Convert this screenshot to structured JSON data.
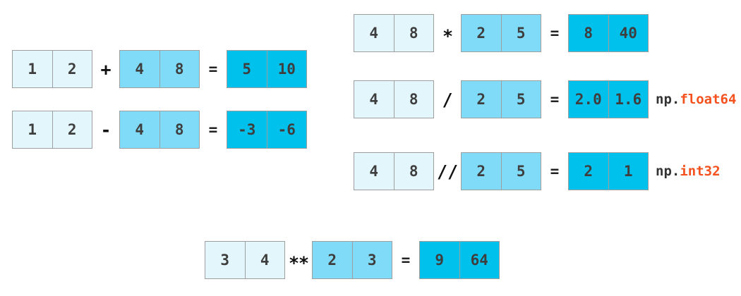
{
  "title": "NumPy elementwise array arithmetic diagram",
  "colors": {
    "cell-light": "#E3F6FC",
    "cell-mid": "#7FDBF7",
    "cell-result": "#00C0EC",
    "border-gray": "#9E9E9E",
    "digit-color": "#3E3E3E",
    "op-color": "#111111",
    "dtype-orange": "#F4511E",
    "dtype-prefix": "#333333",
    "bg": "#FFFFFF"
  },
  "rows": [
    {
      "name": "add",
      "a": [
        "1",
        "2"
      ],
      "op": "+",
      "b": [
        "4",
        "8"
      ],
      "eq": "=",
      "result": [
        "5",
        "10"
      ]
    },
    {
      "name": "subtract",
      "a": [
        "1",
        "2"
      ],
      "op": "-",
      "b": [
        "4",
        "8"
      ],
      "eq": "=",
      "result": [
        "-3",
        "-6"
      ]
    },
    {
      "name": "multiply",
      "a": [
        "4",
        "8"
      ],
      "op": "*",
      "b": [
        "2",
        "5"
      ],
      "eq": "=",
      "result": [
        "8",
        "40"
      ]
    },
    {
      "name": "divide",
      "a": [
        "4",
        "8"
      ],
      "op": "/",
      "b": [
        "2",
        "5"
      ],
      "eq": "=",
      "result": [
        "2.0",
        "1.6"
      ],
      "dtype_prefix": "np.",
      "dtype": "float64"
    },
    {
      "name": "floor-divide",
      "a": [
        "4",
        "8"
      ],
      "op": "//",
      "b": [
        "2",
        "5"
      ],
      "eq": "=",
      "result": [
        "2",
        "1"
      ],
      "dtype_prefix": "np.",
      "dtype": "int32"
    },
    {
      "name": "power",
      "a": [
        "3",
        "4"
      ],
      "op": "**",
      "b": [
        "2",
        "3"
      ],
      "eq": "=",
      "result": [
        "9",
        "64"
      ]
    }
  ]
}
